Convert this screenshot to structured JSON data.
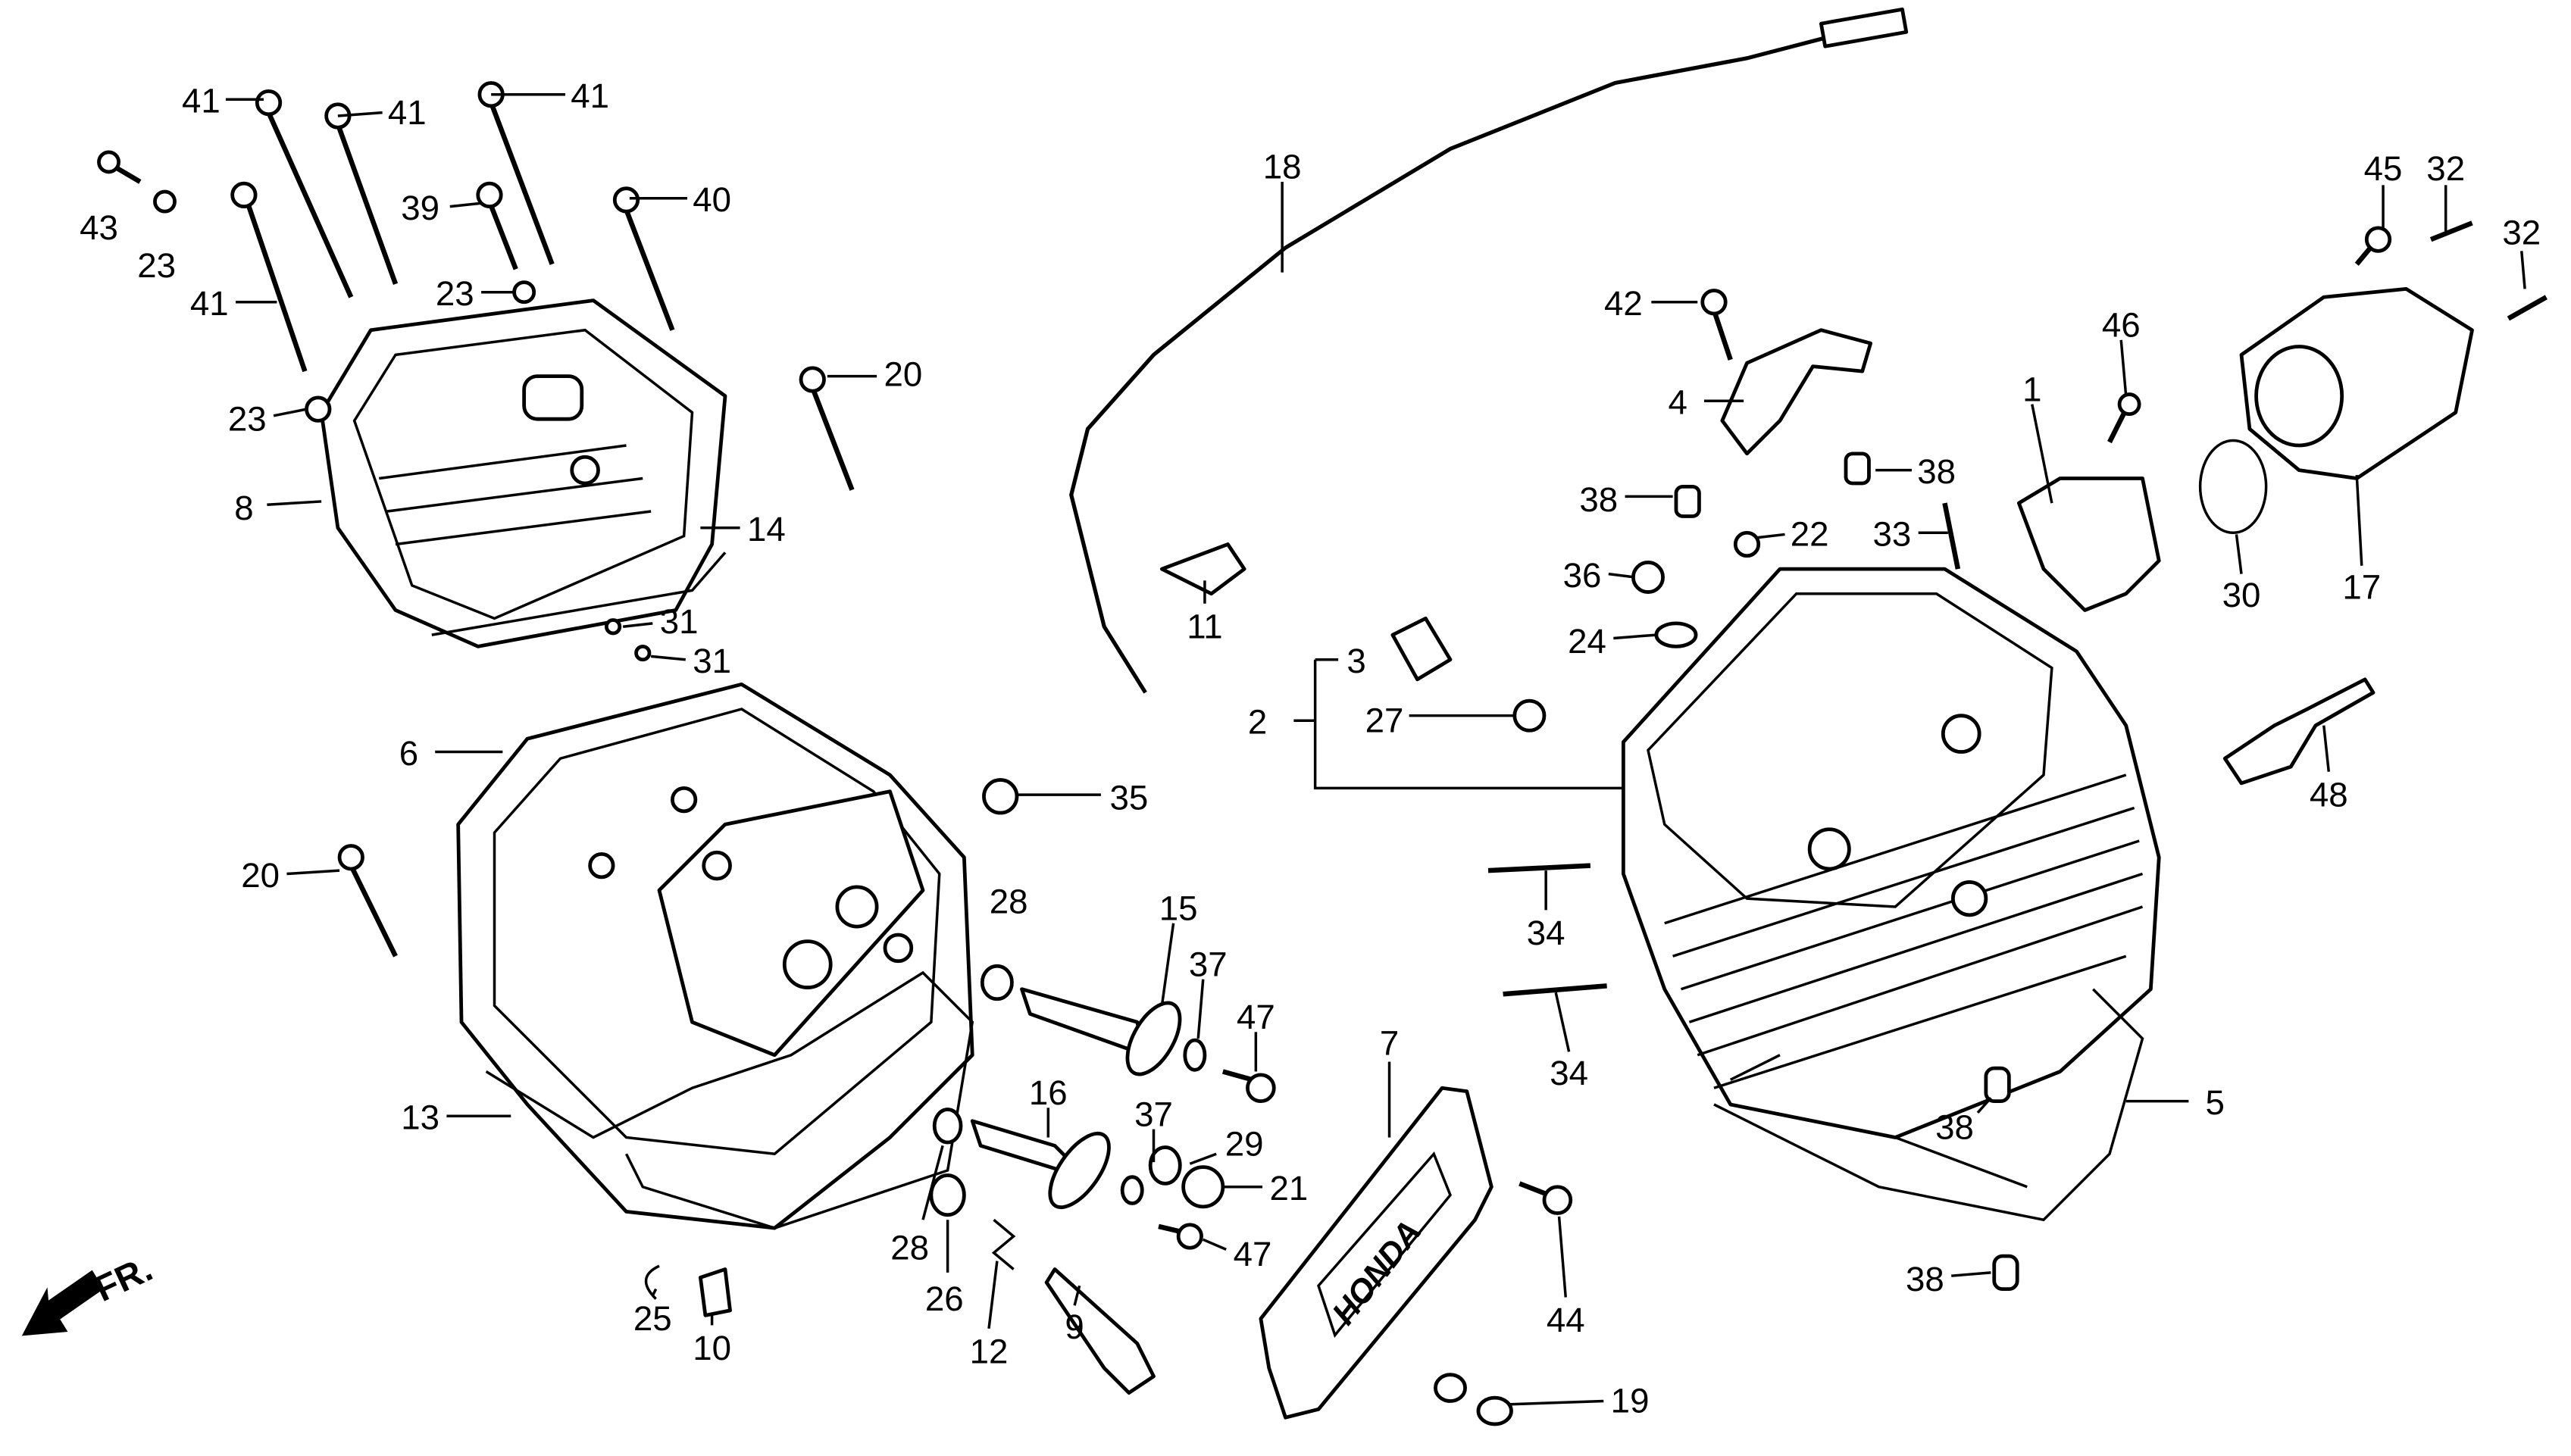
{
  "diagram": {
    "callouts": [
      "41",
      "41",
      "41",
      "43",
      "23",
      "39",
      "40",
      "41",
      "23",
      "23",
      "20",
      "8",
      "14",
      "31",
      "31",
      "6",
      "20",
      "13",
      "35",
      "28",
      "15",
      "37",
      "47",
      "16",
      "37",
      "29",
      "21",
      "47",
      "28",
      "26",
      "12",
      "9",
      "25",
      "10",
      "18",
      "11",
      "3",
      "27",
      "2",
      "4",
      "42",
      "38",
      "38",
      "22",
      "33",
      "36",
      "24",
      "1",
      "46",
      "45",
      "32",
      "32",
      "30",
      "17",
      "48",
      "34",
      "34",
      "5",
      "38",
      "38",
      "7",
      "44",
      "19"
    ],
    "cover_logo": "HONDA",
    "direction_label": "FR.",
    "colors": {
      "ink": "#000000",
      "background": "#ffffff"
    }
  }
}
